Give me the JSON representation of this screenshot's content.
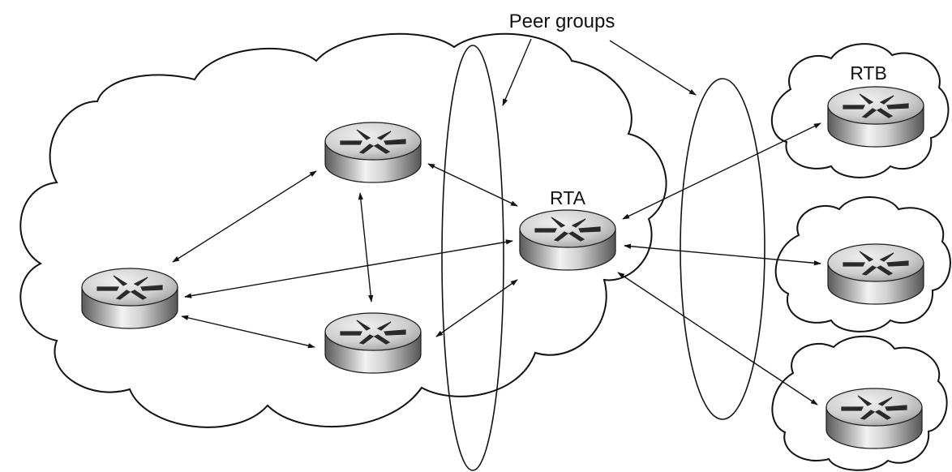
{
  "labels": {
    "peer_groups": "Peer groups",
    "rta": "RTA",
    "rtb": "RTB"
  },
  "icons": {
    "router": "router-icon"
  },
  "colors": {
    "line": "#111111",
    "router_top": "#d8d8d8",
    "router_side_dark": "#555555",
    "router_side_light": "#f4f4f4"
  }
}
